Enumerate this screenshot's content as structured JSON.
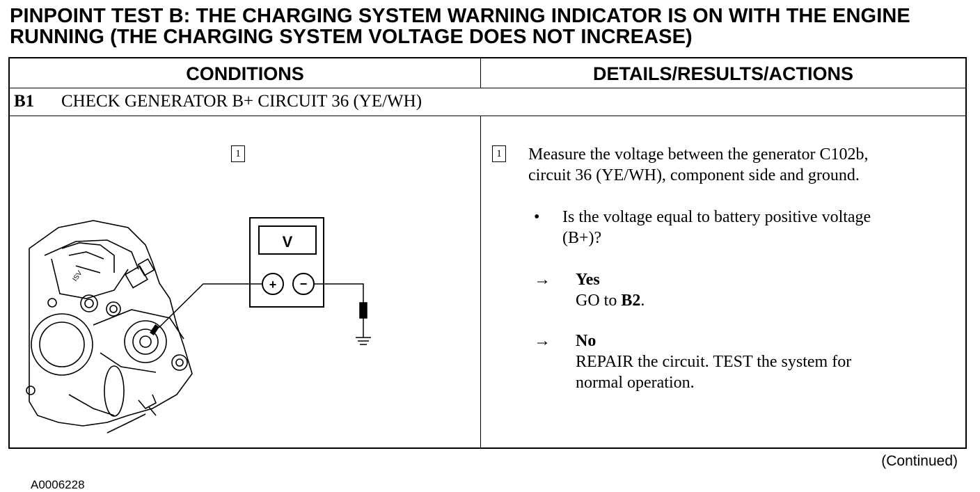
{
  "title": {
    "line1": "PINPOINT TEST B: THE CHARGING SYSTEM WARNING INDICATOR IS ON WITH THE ENGINE",
    "line2": "RUNNING (THE CHARGING SYSTEM VOLTAGE DOES NOT INCREASE)"
  },
  "table": {
    "col1_header": "CONDITIONS",
    "col2_header": "DETAILS/RESULTS/ACTIONS"
  },
  "step": {
    "id": "B1",
    "title": "CHECK GENERATOR B+ CIRCUIT 36 (YE/WH)"
  },
  "figure": {
    "callout": "1",
    "meter_label": "V",
    "plus_symbol": "+",
    "minus_symbol": "−",
    "connector_text": "ISV",
    "figure_id": "A0006228"
  },
  "details": {
    "callout": "1",
    "instruction_line1": "Measure the voltage between the generator C102b,",
    "instruction_line2": "circuit 36 (YE/WH), component side and ground.",
    "bullet": "•",
    "question_line1": "Is the voltage equal to battery positive voltage",
    "question_line2": "(B+)?",
    "arrow": "→",
    "yes_label": "Yes",
    "yes_action_prefix": "GO to ",
    "yes_action_target": "B2",
    "yes_action_suffix": ".",
    "no_label": "No",
    "no_action_line1": "REPAIR the circuit. TEST the system for",
    "no_action_line2": "normal operation."
  },
  "footer": {
    "continued": "(Continued)"
  }
}
